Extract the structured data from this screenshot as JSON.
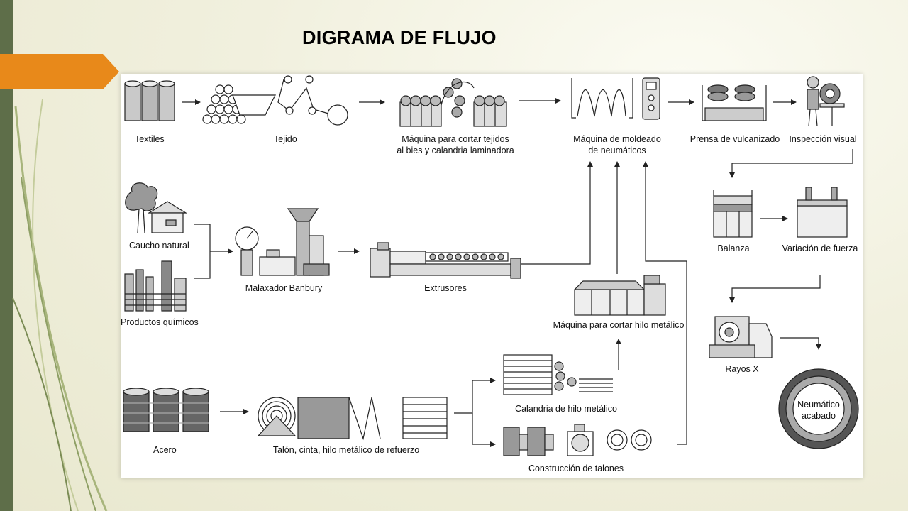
{
  "slide": {
    "title": "DIGRAMA DE FLUJO",
    "accent_color": "#e8891a",
    "bar_color": "#5e6e49"
  },
  "stages": {
    "textiles": "Textiles",
    "tejido": "Tejido",
    "cortadora_1": "Máquina para cortar tejidos",
    "cortadora_2": "al bies y calandria laminadora",
    "moldeado_1": "Máquina de moldeado",
    "moldeado_2": "de neumáticos",
    "prensa": "Prensa de vulcanizado",
    "inspeccion": "Inspección visual",
    "caucho": "Caucho natural",
    "quimicos": "Productos químicos",
    "malaxador": "Malaxador Banbury",
    "extrusores": "Extrusores",
    "cortar_hilo": "Máquina para cortar hilo metálico",
    "balanza": "Balanza",
    "variacion": "Variación de fuerza",
    "rayos": "Rayos X",
    "acero": "Acero",
    "talon": "Talón, cinta, hilo metálico de refuerzo",
    "calandria_hilo": "Calandria de hilo metálico",
    "construccion": "Construcción de talones",
    "neumatico_1": "Neumático",
    "neumatico_2": "acabado"
  }
}
